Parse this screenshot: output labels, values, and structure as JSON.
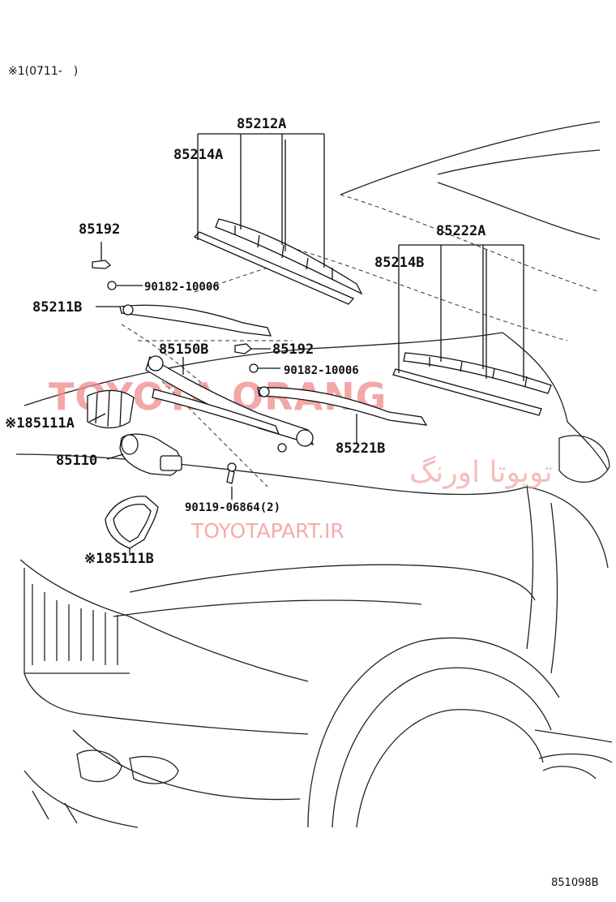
{
  "note": "※1(0711-　)",
  "watermark": {
    "main": "TOYOTA ORANG",
    "farsi": "تویوتا اورنگ",
    "url": "TOYOTAPART.IR"
  },
  "diagram_code": "851098B",
  "labels": {
    "p85212A": "85212A",
    "p85214A": "85214A",
    "p85192a": "85192",
    "p90182a": "90182-10006",
    "p85211B": "85211B",
    "p85150B": "85150B",
    "p85192b": "85192",
    "p90182b": "90182-10006",
    "p85222A": "85222A",
    "p85214B": "85214B",
    "p85111A": "※185111A",
    "p85110": "85110",
    "p85221B": "85221B",
    "p90119": "90119-06864(2)",
    "p85111B": "※185111B"
  }
}
